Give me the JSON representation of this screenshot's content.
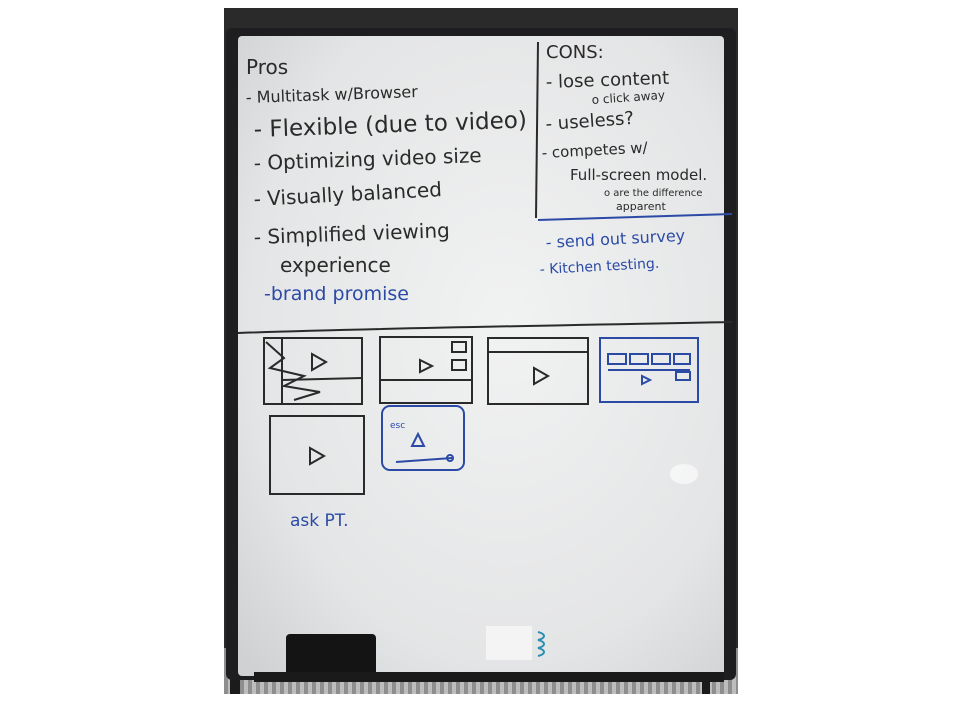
{
  "scene": {
    "subject": "whiteboard",
    "colors": {
      "marker_black": "#2a2a2a",
      "marker_blue": "#2b4aa6",
      "board": "#e9eaea",
      "frame": "#1e1e20",
      "background": "#ffffff"
    }
  },
  "pros": {
    "heading": "Pros",
    "items": [
      "- Multitask w/Browser",
      "- Flexible (due to video)",
      "- Optimizing video size",
      "- Visually balanced",
      "- Simplified viewing",
      "experience"
    ],
    "extra": "-brand promise"
  },
  "cons": {
    "heading": "CONS:",
    "items": [
      "- lose content",
      "o click away",
      "- useless?",
      "- competes w/",
      "Full-screen model.",
      "o are the difference",
      "apparent"
    ]
  },
  "actions": {
    "items": [
      "- send out survey",
      "- Kitchen testing."
    ]
  },
  "sketches": {
    "count": 6,
    "labels": [
      "esc"
    ],
    "note": "ask PT."
  }
}
